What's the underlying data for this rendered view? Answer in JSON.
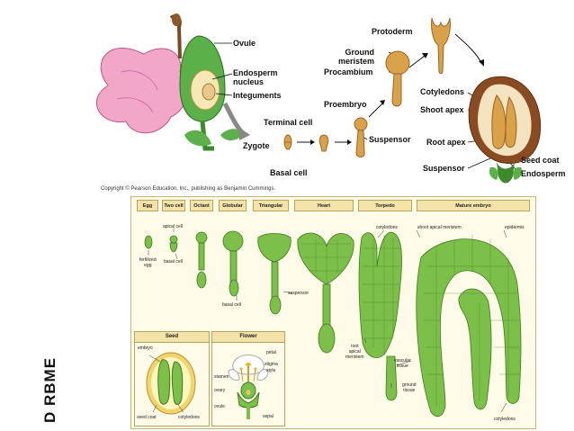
{
  "top_labels": {
    "ovule": "Ovule",
    "endosperm_nucleus": "Endosperm\nnucleus",
    "integuments": "Integuments",
    "zygote": "Zygote",
    "terminal_cell": "Terminal cell",
    "basal_cell": "Basal cell",
    "proembryo": "Proembryo",
    "suspensor": "Suspensor",
    "ground_meristem": "Ground\nmeristem",
    "procambium": "Procambium",
    "protoderm": "Protoderm",
    "cotyledons": "Cotyledons",
    "shoot_apex": "Shoot apex",
    "root_apex": "Root apex",
    "suspensor2": "Suspensor",
    "seed_coat": "Seed coat",
    "endosperm": "Endosperm"
  },
  "copyright": "Copyright © Pearson Education, Inc., publishing as Benjamin Cummings.",
  "stages": [
    "Egg",
    "Two cell",
    "Octant",
    "Globular",
    "Triangular",
    "Heart",
    "Torpedo",
    "Mature embryo"
  ],
  "lower_labels": {
    "apical_cell": "apical cell",
    "fertilized_egg": "fertilized\negg",
    "basal_cell": "basal cell",
    "basal_cell2": "basal cell",
    "suspensor": "suspensor",
    "cotyledons": "cotyledons",
    "shoot_apical_meristem": "shoot apical meristem",
    "epidermis": "epidermis",
    "root_apical_meristem": "root\napical\nmeristem",
    "vascular_tissue": "vascular\ntissue",
    "ground_tissue": "ground\ntissue",
    "cotyledons2": "cotyledons"
  },
  "seed_box": {
    "title": "Seed",
    "embryo": "embryo",
    "seed_coat": "seed coat",
    "cotyledons": "cotyledons"
  },
  "flower_box": {
    "title": "Flower",
    "petal": "petal",
    "stigma": "stigma",
    "style": "style",
    "stamen": "stamen",
    "ovary": "ovary",
    "ovule": "ovule",
    "sepal": "sepal"
  },
  "side_text": "D RBME",
  "colors": {
    "tan": "#d9a24a",
    "tan_dark": "#9a6424",
    "green": "#7cc04a",
    "green_dark": "#3e7a1e",
    "pink": "#f2a6c8",
    "cream": "#f6e7b7"
  }
}
